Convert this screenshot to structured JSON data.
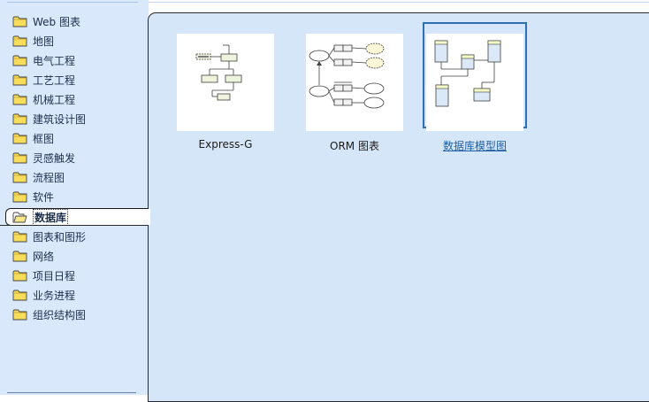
{
  "sidebar": {
    "items": [
      {
        "label": "Web 图表"
      },
      {
        "label": "地图"
      },
      {
        "label": "电气工程"
      },
      {
        "label": "工艺工程"
      },
      {
        "label": "机械工程"
      },
      {
        "label": "建筑设计图"
      },
      {
        "label": "框图"
      },
      {
        "label": "灵感触发"
      },
      {
        "label": "流程图"
      },
      {
        "label": "软件"
      },
      {
        "label": "数据库",
        "selected": true
      },
      {
        "label": "图表和图形"
      },
      {
        "label": "网络"
      },
      {
        "label": "项目日程"
      },
      {
        "label": "业务进程"
      },
      {
        "label": "组织结构图"
      }
    ]
  },
  "templates": [
    {
      "label": "Express-G"
    },
    {
      "label": "ORM 图表"
    },
    {
      "label": "数据库模型图",
      "selected": true
    }
  ],
  "colors": {
    "sidebar_bg": "#d9e9fb",
    "content_bg": "#d6e6f9",
    "selection_border": "#2c6fb6",
    "folder_fill": "#f8dc5c",
    "link_text": "#1d5fa6"
  },
  "icons": {
    "folder": "folder-icon",
    "open_folder": "folder-open-icon"
  }
}
